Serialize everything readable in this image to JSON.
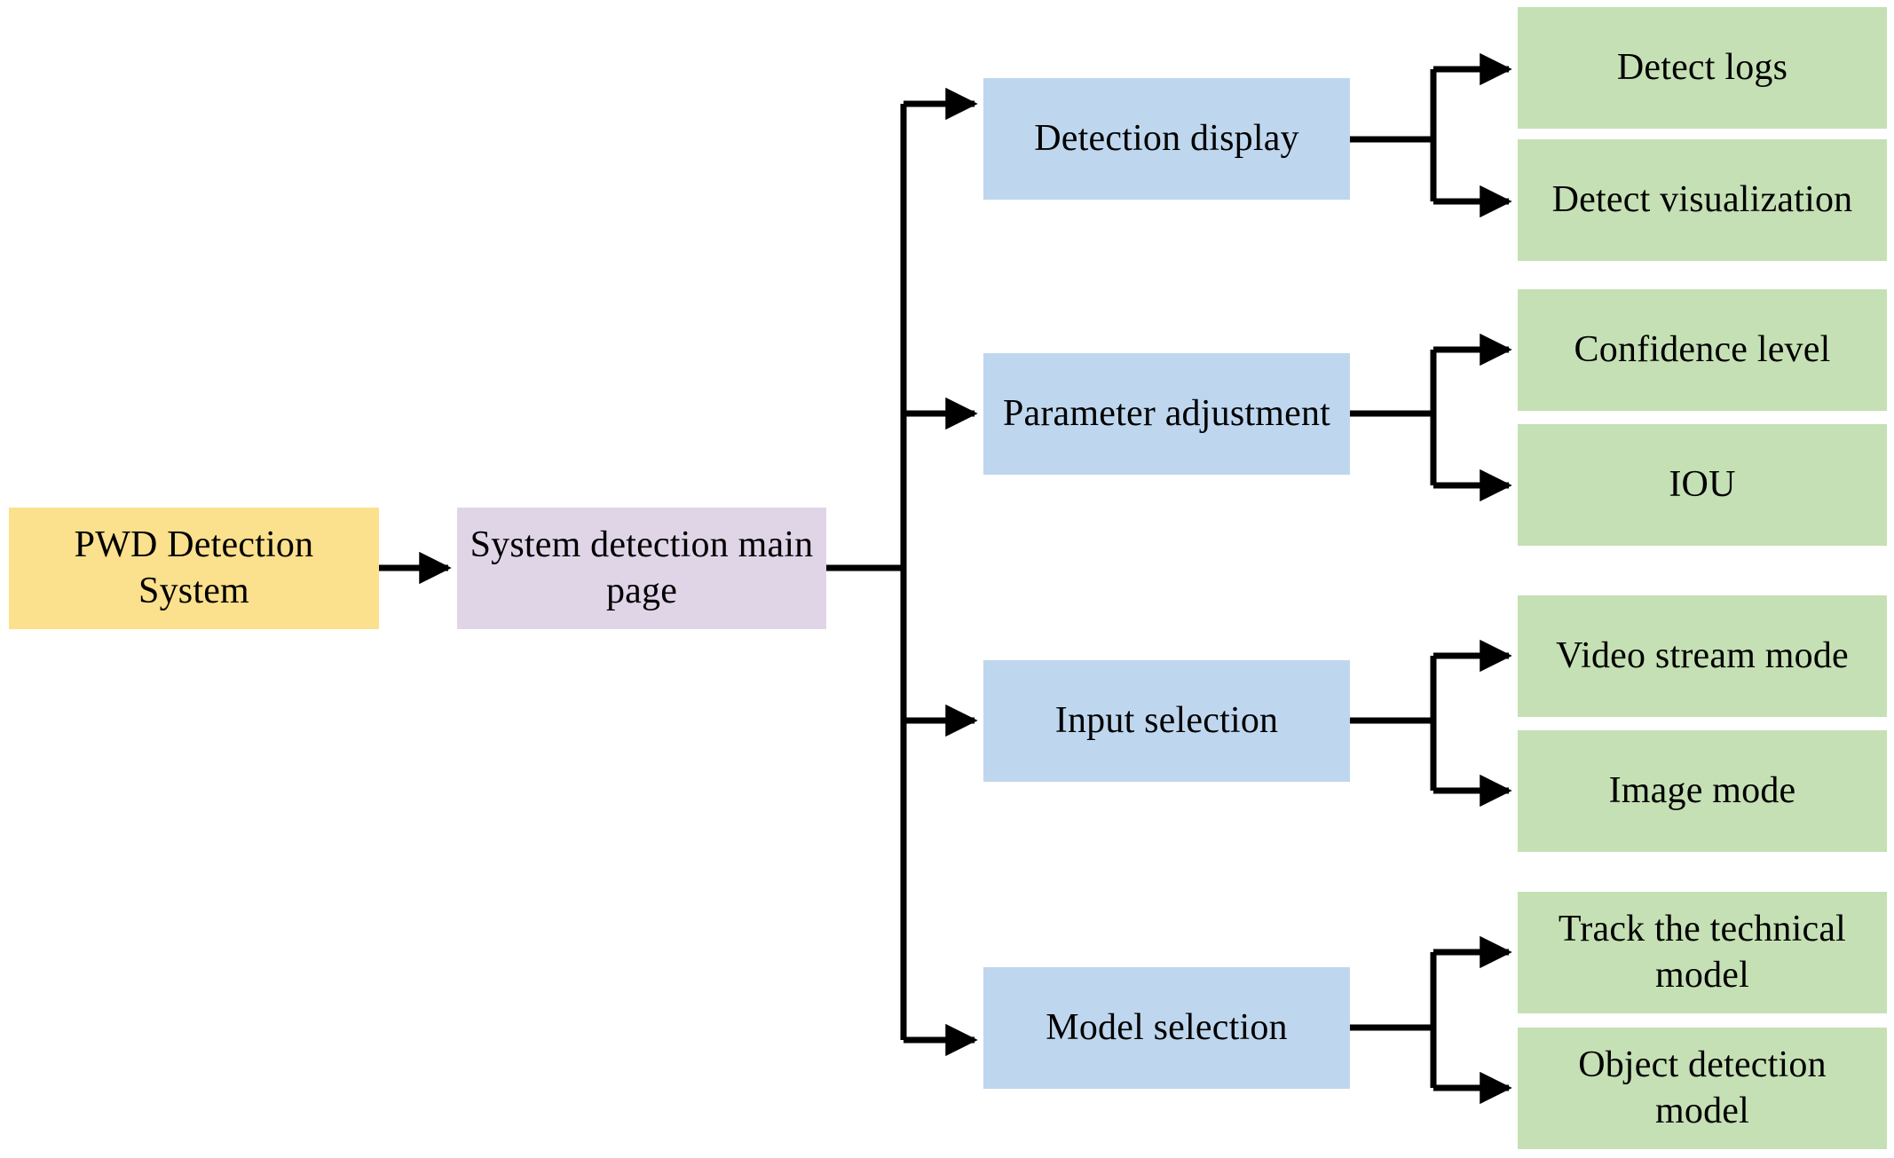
{
  "diagram": {
    "type": "flowchart",
    "title_text": "",
    "colors": {
      "root_fill": "#FBE08D",
      "page_fill": "#E0D5E7",
      "branch_fill": "#BFD7EE",
      "leaf_fill": "#C5E0B4",
      "connector": "#000000",
      "text": "#000000",
      "background": "#FFFFFF"
    },
    "root": {
      "label": "PWD Detection System"
    },
    "page": {
      "label": "System detection main page"
    },
    "branches": [
      {
        "label": "Detection display",
        "leaves": [
          {
            "label": "Detect logs"
          },
          {
            "label": "Detect visualization"
          }
        ]
      },
      {
        "label": "Parameter adjustment",
        "leaves": [
          {
            "label": "Confidence level"
          },
          {
            "label": "IOU"
          }
        ]
      },
      {
        "label": "Input selection",
        "leaves": [
          {
            "label": "Video stream mode"
          },
          {
            "label": "Image mode"
          }
        ]
      },
      {
        "label": "Model selection",
        "leaves": [
          {
            "label": "Track the technical model"
          },
          {
            "label": "Object detection model"
          }
        ]
      }
    ]
  }
}
